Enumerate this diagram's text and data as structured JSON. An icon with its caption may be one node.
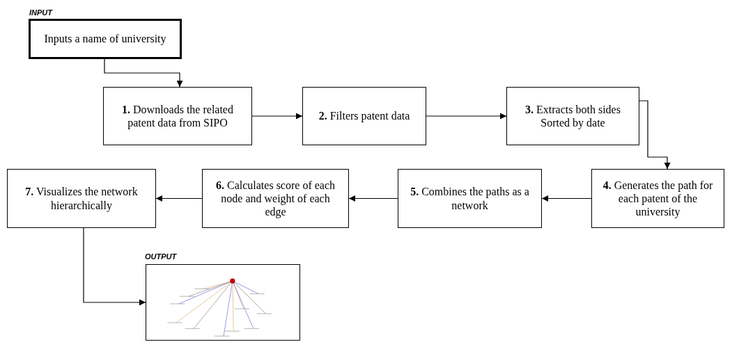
{
  "diagram": {
    "nodes": [
      {
        "text": [
          "INPUT",
          "Inputs a name of university"
        ]
      },
      {
        "text": [
          "**1.** Downloads the related patent data from SIPO"
        ]
      },
      {
        "text": [
          "**2.** Filters patent data"
        ]
      },
      {
        "text": [
          "**3.** Extracts both sides Sorted by date"
        ]
      },
      {
        "text": [
          "**4.** Generates the path for each patent of the university"
        ]
      },
      {
        "text": [
          "**5.** Combines the paths as a network"
        ]
      },
      {
        "text": [
          "**6.** Calculates score of each node and weight of each edge"
        ]
      },
      {
        "text": [
          "**7.** Visualizes the network hierarchically"
        ]
      },
      {
        "text": [
          "OUTPUT"
        ]
      }
    ],
    "edges": [
      {
        "from": 0,
        "to": 1,
        "arrow": "to"
      },
      {
        "from": 1,
        "to": 2,
        "arrow": "to"
      },
      {
        "from": 2,
        "to": 3,
        "arrow": "to"
      },
      {
        "from": 3,
        "to": 4,
        "arrow": "to"
      },
      {
        "from": 4,
        "to": 5,
        "arrow": "to"
      },
      {
        "from": 5,
        "to": 6,
        "arrow": "to"
      },
      {
        "from": 6,
        "to": 7,
        "arrow": "to"
      },
      {
        "from": 7,
        "to": 8,
        "arrow": "to"
      }
    ]
  }
}
